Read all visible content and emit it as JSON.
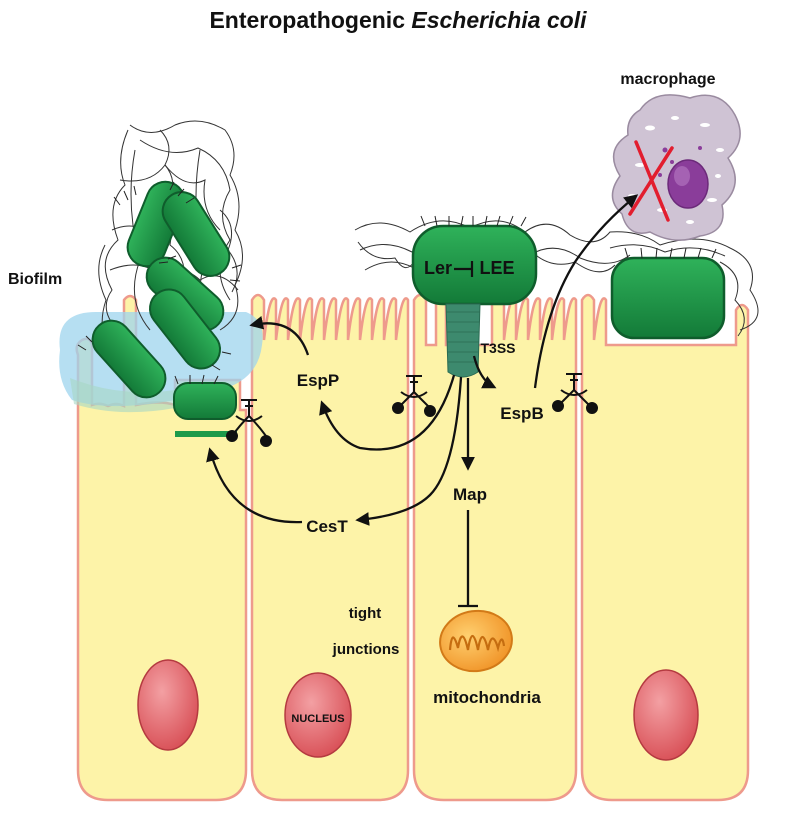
{
  "title": {
    "prefix": "Enteropathogenic ",
    "italic": "Escherichia coli"
  },
  "labels": {
    "macrophage": "macrophage",
    "biofilm": "Biofilm",
    "ler": "Ler",
    "lee": "LEE",
    "t3ss": "T3SS",
    "espp": "EspP",
    "espb": "EspB",
    "map": "Map",
    "cest": "CesT",
    "tight_junctions_line1": "tight",
    "tight_junctions_line2": "junctions",
    "nucleus": "NUCLEUS",
    "mitochondria": "mitochondria"
  },
  "colors": {
    "cell_fill": "#fdf3a8",
    "cell_border": "#ee9a8c",
    "bacterium": "#1e9a4a",
    "bacterium_dark": "#0f5d2c",
    "biofilm_blue": "#9ed4ee",
    "nucleus": "#e8646a",
    "mitochondria": "#f2a33a",
    "macrophage": "#cfc3d4",
    "macrophage_nucleus": "#8a3d9a",
    "cross": "#e21d2e",
    "arrow": "#111111"
  }
}
